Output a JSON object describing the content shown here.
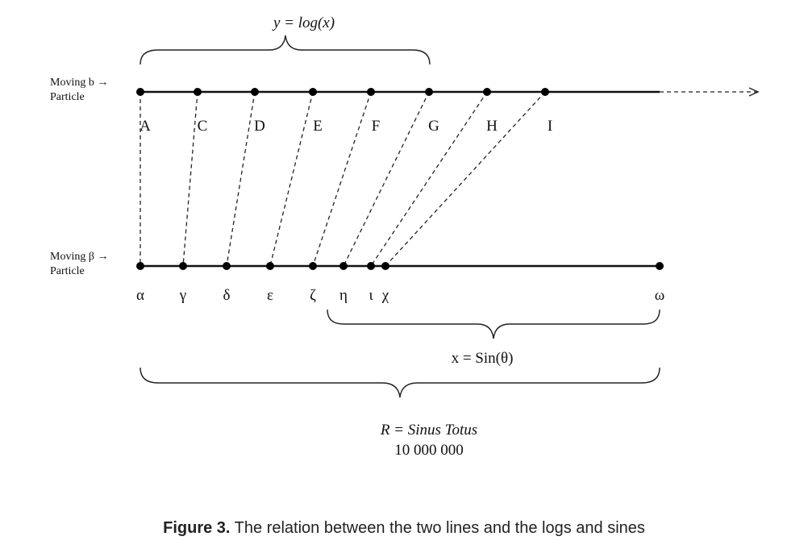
{
  "top_label_formula": "y = log(x)",
  "top_line": {
    "side_label_line1": "Moving b →",
    "side_label_line2": "Particle",
    "points": [
      "A",
      "C",
      "D",
      "E",
      "F",
      "G",
      "H",
      "I"
    ]
  },
  "bottom_line": {
    "side_label_line1": "Moving β →",
    "side_label_line2": "Particle",
    "points": [
      "α",
      "γ",
      "δ",
      "ε",
      "ζ",
      "η",
      "ι",
      "χ",
      "ω"
    ]
  },
  "sine_brace_label": "x = Sin(θ)",
  "radius_brace_label_line1": "R = Sinus Totus",
  "radius_brace_label_line2": "10 000 000",
  "caption": {
    "prefix": "Figure 3.",
    "text": "The relation between the two lines and the logs and sines"
  }
}
